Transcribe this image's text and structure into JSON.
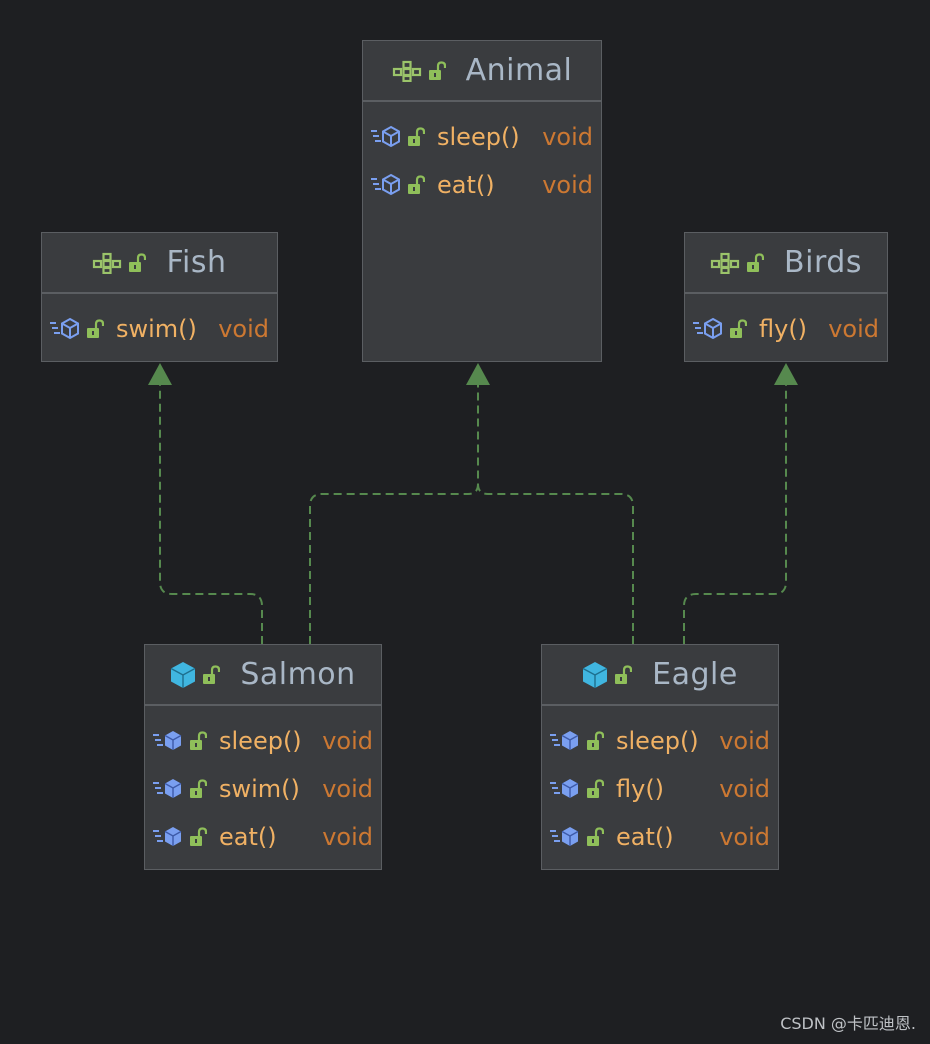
{
  "colors": {
    "background": "#1e1f22",
    "node_fill": "#3a3c3f",
    "node_border": "#5b5e62",
    "title_text": "#a9b7c6",
    "method_text": "#f0b164",
    "return_type": "#cc7832",
    "edge": "#56894e",
    "interface_icon": "#9bc46a",
    "class_icon": "#40b6e0",
    "method_icon": "#7a9ff0",
    "lock_icon": "#8fbf5a"
  },
  "nodes": {
    "animal": {
      "kind": "interface",
      "title": "Animal",
      "members": [
        {
          "name": "sleep()",
          "type": "void"
        },
        {
          "name": "eat()",
          "type": "void"
        }
      ]
    },
    "fish": {
      "kind": "interface",
      "title": "Fish",
      "members": [
        {
          "name": "swim()",
          "type": "void"
        }
      ]
    },
    "birds": {
      "kind": "interface",
      "title": "Birds",
      "members": [
        {
          "name": "fly()",
          "type": "void"
        }
      ]
    },
    "salmon": {
      "kind": "class",
      "title": "Salmon",
      "members": [
        {
          "name": "sleep()",
          "type": "void"
        },
        {
          "name": "swim()",
          "type": "void"
        },
        {
          "name": "eat()",
          "type": "void"
        }
      ]
    },
    "eagle": {
      "kind": "class",
      "title": "Eagle",
      "members": [
        {
          "name": "sleep()",
          "type": "void"
        },
        {
          "name": "fly()",
          "type": "void"
        },
        {
          "name": "eat()",
          "type": "void"
        }
      ]
    }
  },
  "edges": [
    {
      "from": "salmon",
      "to": "fish",
      "style": "dashed",
      "arrow": "open-triangle"
    },
    {
      "from": "salmon",
      "to": "animal",
      "style": "dashed",
      "arrow": "open-triangle"
    },
    {
      "from": "eagle",
      "to": "animal",
      "style": "dashed",
      "arrow": "open-triangle"
    },
    {
      "from": "eagle",
      "to": "birds",
      "style": "dashed",
      "arrow": "open-triangle"
    }
  ],
  "watermark": "CSDN @卡匹迪恩."
}
